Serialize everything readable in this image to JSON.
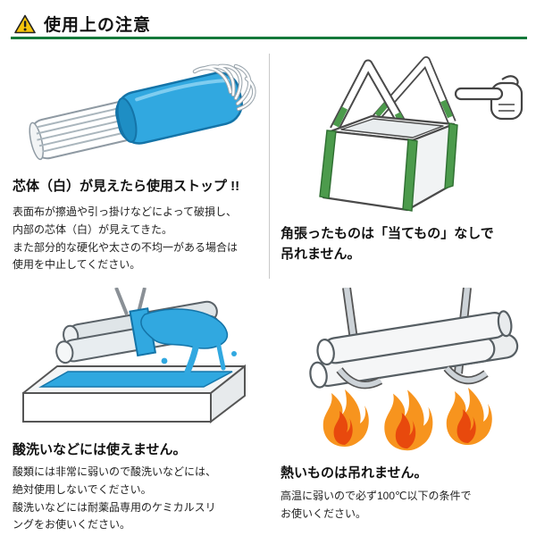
{
  "header": {
    "title": "使用上の注意"
  },
  "sections": {
    "top_left": {
      "heading": "芯体（白）が見えたら使用ストップ !!",
      "body": [
        "表面布が擦過や引っ掛けなどによって破損し、",
        "内部の芯体（白）が見えてきた。",
        "また部分的な硬化や太さの不均一がある場合は",
        "使用を中止してください。"
      ]
    },
    "top_right": {
      "heading_line1": "角張ったものは「当てもの」なしで",
      "heading_line2": "吊れません。"
    },
    "bottom_left": {
      "heading": "酸洗いなどには使えません。",
      "body": [
        "酸類には非常に弱いので酸洗いなどには、",
        "絶対使用しないでください。",
        "酸洗いなどには耐薬品専用のケミカルスリ",
        "ングをお使いください。"
      ]
    },
    "bottom_right": {
      "heading": "熱いものは吊れません。",
      "body": [
        "高温に弱いので必ず100℃以下の条件で",
        "お使いください。"
      ]
    }
  },
  "colors": {
    "header_rule_green": "#15793a",
    "warning_yellow": "#f6c50b",
    "sling_blue": "#31a8e0",
    "sling_blue_dark": "#1474a8",
    "strap_green": "#4c9b4c",
    "flame_orange": "#f7941e",
    "flame_red": "#e8490d"
  }
}
